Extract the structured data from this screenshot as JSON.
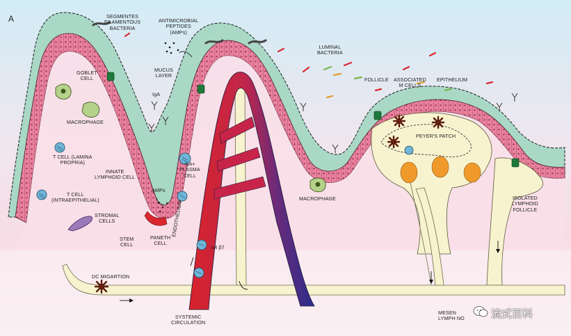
{
  "panel_label": "A",
  "labels": {
    "sfb": "SEGMENTES\nFILAMENTOUS\nBACTERIA",
    "amps_top": "ANTIMICROBIAL\nPEPTIDES\n(AMPs)",
    "luminal": "LUMINAL\nBACTERIA",
    "goblet": "GOBLET\nCELL",
    "mucus": "MUCUS\nLAYER",
    "iga": "IgA",
    "macrophage1": "MACROPHAGE",
    "follicle": "FOLLICLE",
    "mcells": "ASSOCIATED\nM CELLS",
    "epithelium": "EPITHELIUM",
    "peyers": "PEYER'S PATCH",
    "tcell_lp": "T CELL (LAMINA\nPROPRIA)",
    "innate": "INNATE\nLYMPHOID CELL",
    "iga_plasma": "IgA+\nPLASMA\nCELL",
    "amps_crypt": "AMPs",
    "tcell_ie": "T CELL\n(INTRAEPITHELIAL)",
    "macrophage2": "MACROPHAGE",
    "isolated": "ISOLATED\nLYMPHOID\nFOLLICLE",
    "stromal": "STROMAL\nCELLS",
    "stem": "STEM\nCELL",
    "paneth": "PANETH\nCELL",
    "endothelium": "ENDOTHELIUM",
    "integrin": "α4 β7",
    "dc": "DC MIGARTION",
    "systemic": "SYSTEMIC\nCIRCULATION",
    "mesen": "MESEN\nLYMPH NO"
  },
  "watermark": "流式百科",
  "colors": {
    "lumen_blue": "#c7e6f2",
    "lamina_pink": "#f6dbe4",
    "mucus_green": "#a9d8c6",
    "epithelial_pink": "#e77d9b",
    "lymph_yellow": "#f8f3cf",
    "artery_red": "#d9272f",
    "vein_blue": "#2f2f8f",
    "follicle_orange": "#f09a2b",
    "tcell_blue": "#6fb6d8"
  }
}
